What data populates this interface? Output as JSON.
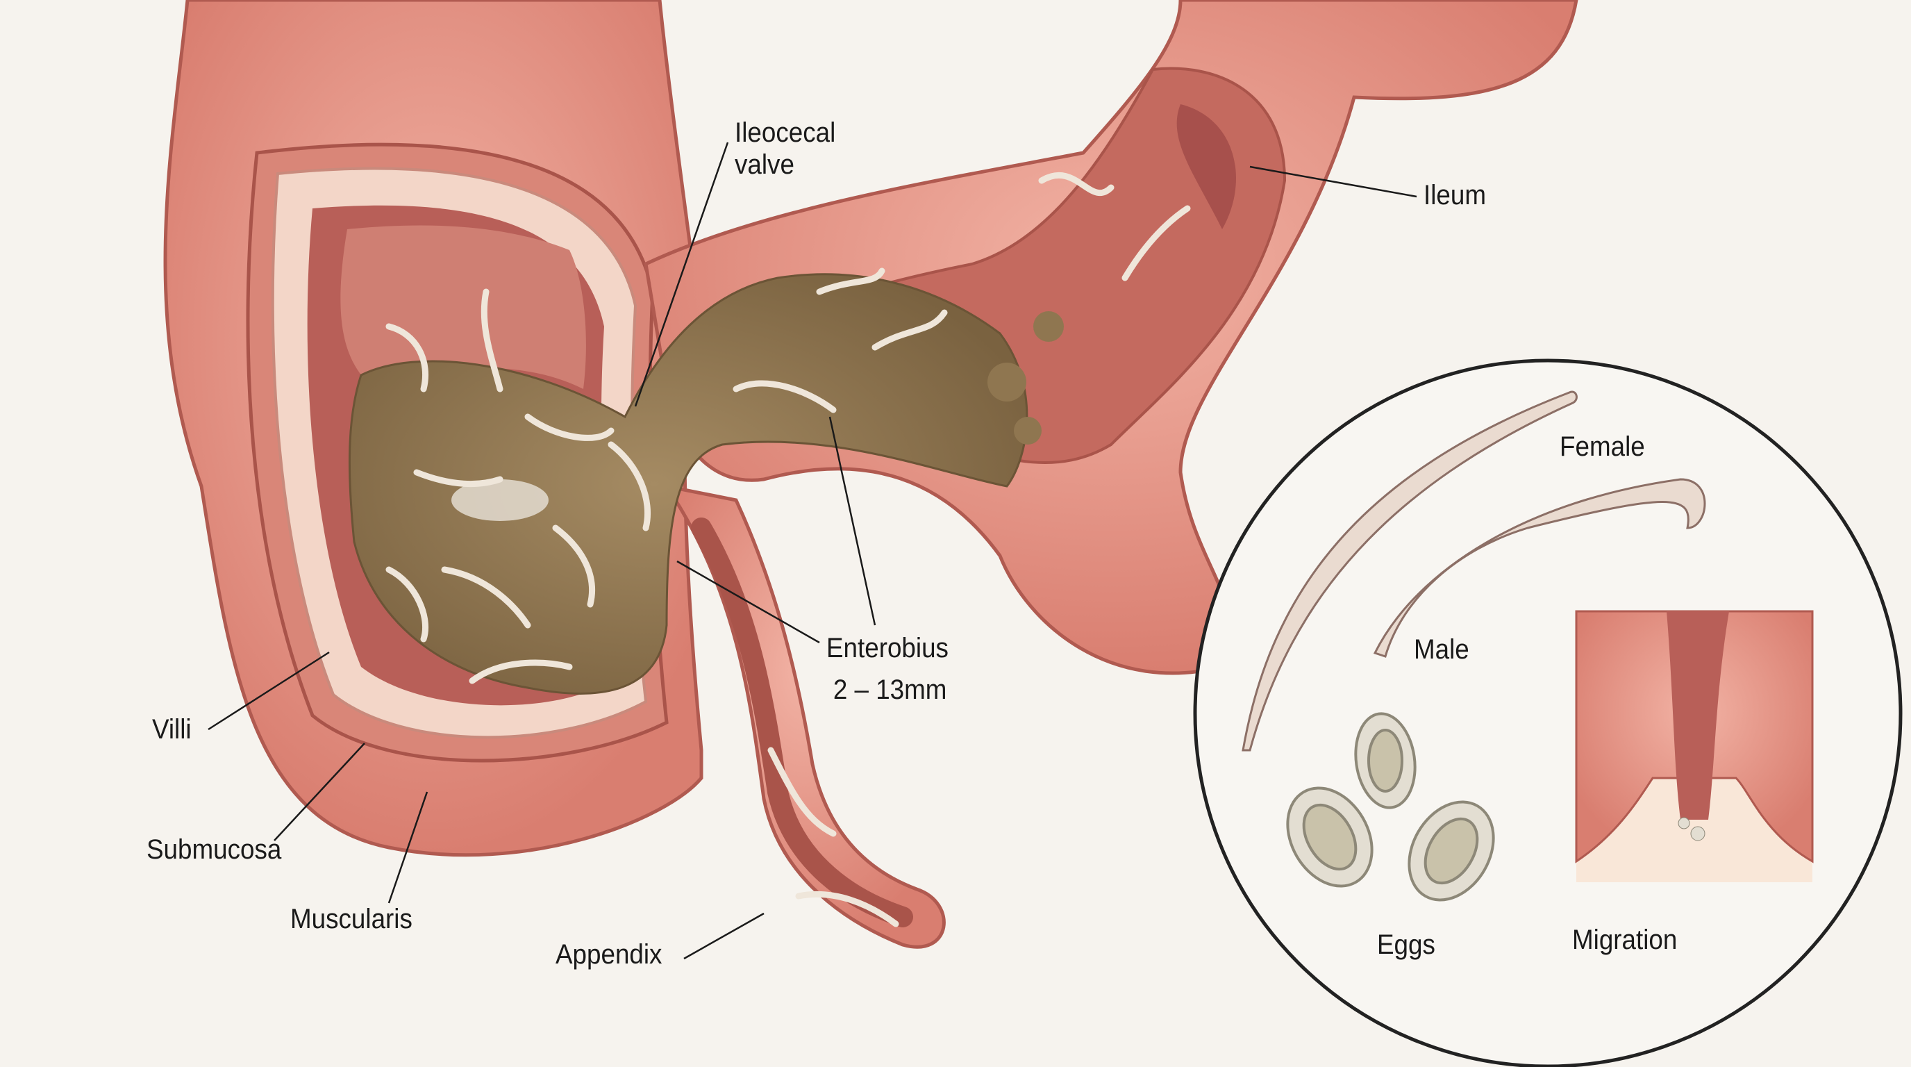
{
  "labels": {
    "ileocecal_valve": [
      "Ileocecal",
      "valve"
    ],
    "ileum": "Ileum",
    "female": "Female",
    "male": "Male",
    "enterobius": [
      "Enterobius",
      "2 – 13mm"
    ],
    "villi": "Villi",
    "submucosa": "Submucosa",
    "muscularis": "Muscularis",
    "appendix": "Appendix",
    "eggs": "Eggs",
    "migration": "Migration"
  },
  "colors": {
    "background": "#f6f3ee",
    "tissue_outer": "#e59a8c",
    "tissue_inner": "#c96b5f",
    "lumen": "#b85f58",
    "mucosa": "#f3d6c8",
    "fecal_mass": "#8f7650",
    "worm": "#efe6da",
    "leader_line": "#1a1a1a"
  }
}
